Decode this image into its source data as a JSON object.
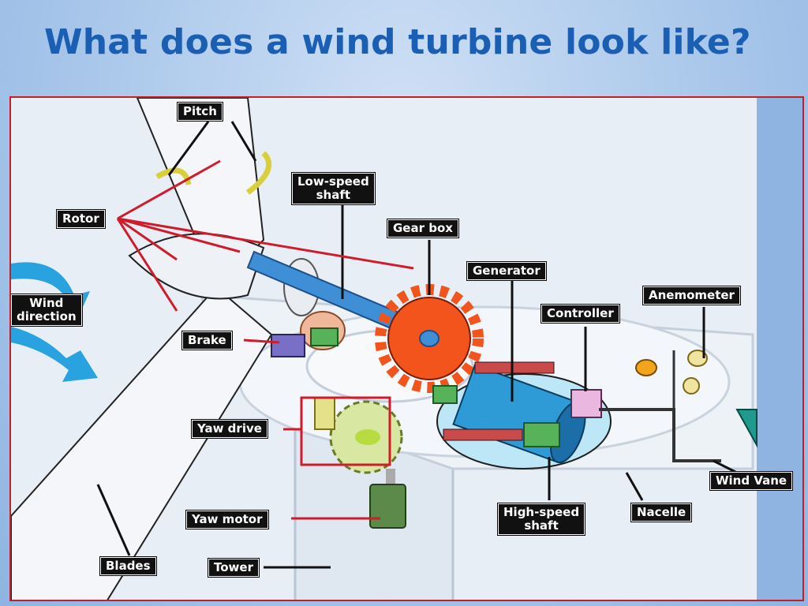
{
  "slide": {
    "title": "What does a wind turbine look like?"
  },
  "diagram": {
    "labels": {
      "pitch": "Pitch",
      "rotor": "Rotor",
      "low_speed_shaft": "Low-speed\nshaft",
      "gear_box": "Gear box",
      "generator": "Generator",
      "controller": "Controller",
      "anemometer": "Anemometer",
      "wind_direction": "Wind\ndirection",
      "brake": "Brake",
      "yaw_drive": "Yaw drive",
      "yaw_motor": "Yaw motor",
      "blades": "Blades",
      "tower": "Tower",
      "high_speed_shaft": "High-speed\nshaft",
      "nacelle": "Nacelle",
      "wind_vane": "Wind Vane"
    },
    "colors": {
      "title": "#1a5fb4",
      "frame_border": "#c0202a",
      "leader_red": "#d01c2a",
      "gear": "#f2541b",
      "shaft": "#3f8fd6",
      "generator": "#2e9bd6",
      "wind_arrow": "#29a3e0"
    }
  }
}
